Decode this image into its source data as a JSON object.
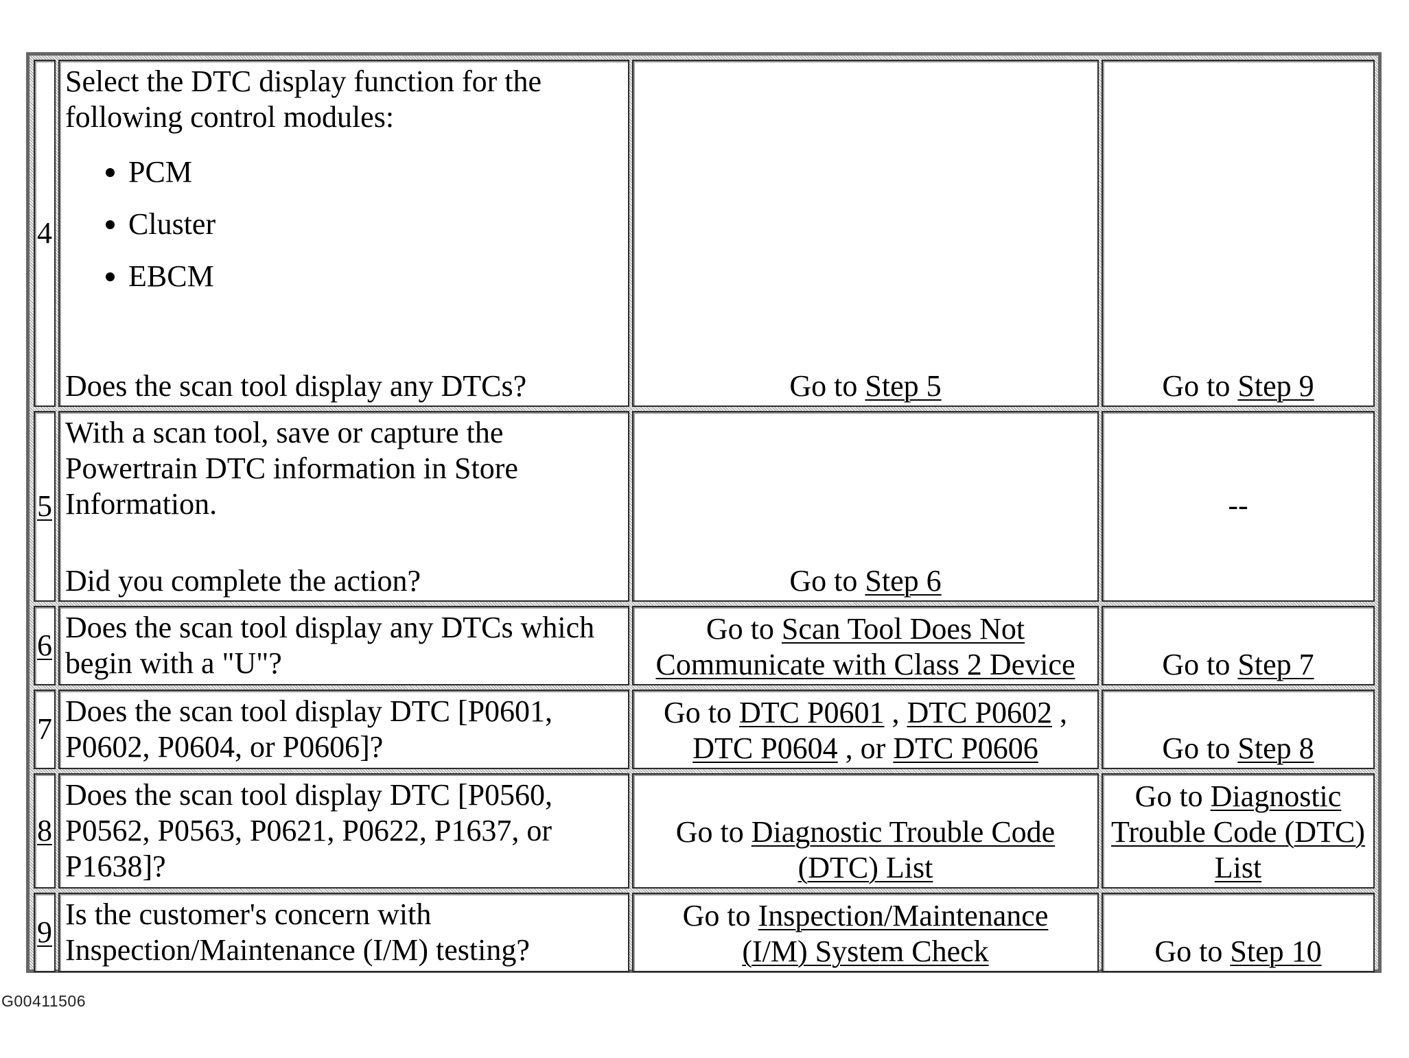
{
  "rows": [
    {
      "step": "4",
      "question_lines": [
        "Select the DTC display function for the following control modules:"
      ],
      "bullets": [
        "PCM",
        "Cluster",
        "EBCM"
      ],
      "question_tail": "Does the scan tool display any DTCs?",
      "yes": {
        "prefix": "Go to ",
        "links": [
          "Step 5"
        ]
      },
      "no": {
        "prefix": "Go to ",
        "links": [
          "Step 9"
        ]
      }
    },
    {
      "step": "5",
      "question_lines": [
        "With a scan tool, save or capture the Powertrain DTC information in Store Information."
      ],
      "question_tail": "Did you complete the action?",
      "yes": {
        "prefix": "Go to ",
        "links": [
          "Step 6"
        ]
      },
      "no": {
        "text": "--"
      }
    },
    {
      "step": "6",
      "question_lines": [
        "Does the scan tool display any DTCs which begin with a \"U\"?"
      ],
      "yes": {
        "prefix": "Go to ",
        "links": [
          "Scan Tool Does Not Communicate with Class 2 Device"
        ]
      },
      "no": {
        "prefix": "Go to ",
        "links": [
          "Step 7"
        ]
      }
    },
    {
      "step": "7",
      "question_lines": [
        "Does the scan tool display DTC [P0601, P0602, P0604, or P0606]?"
      ],
      "yes": {
        "prefix": "Go to ",
        "links": [
          "DTC P0601",
          "DTC P0602",
          "DTC P0604",
          "DTC P0606"
        ],
        "sep1": " , ",
        "sep2": " , ",
        "sep3": " , or "
      },
      "no": {
        "prefix": "Go to ",
        "links": [
          "Step 8"
        ]
      }
    },
    {
      "step": "8",
      "question_lines": [
        "Does the scan tool display DTC [P0560, P0562, P0563, P0621, P0622, P1637, or P1638]?"
      ],
      "yes": {
        "prefix": "Go to ",
        "links": [
          "Diagnostic Trouble Code (DTC) List"
        ]
      },
      "no": {
        "prefix": "Go to ",
        "links": [
          "Diagnostic Trouble Code (DTC) List"
        ]
      }
    },
    {
      "step": "9",
      "question_lines": [
        "Is the customer's concern with Inspection/Maintenance (I/M) testing?"
      ],
      "yes": {
        "prefix": "Go to ",
        "links": [
          "Inspection/Maintenance (I/M) System Check"
        ]
      },
      "no": {
        "prefix": "Go to ",
        "links": [
          "Step 10"
        ]
      }
    }
  ],
  "caption": "G00411506"
}
